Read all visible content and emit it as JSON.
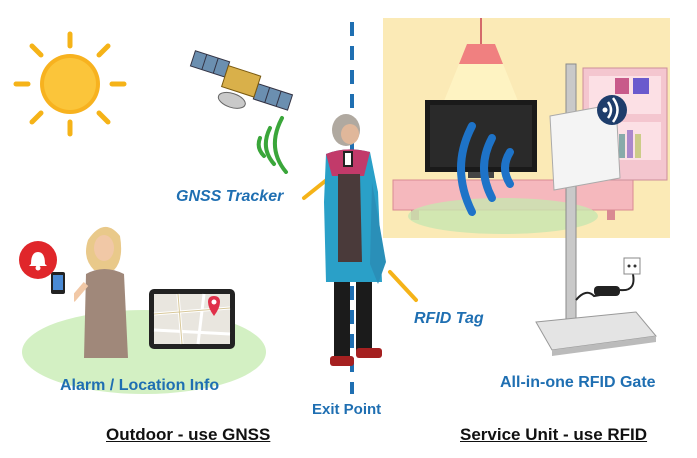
{
  "labels": {
    "gnss_tracker": "GNSS Tracker",
    "rfid_tag": "RFID Tag",
    "alarm_location": "Alarm / Location Info",
    "exit_point": "Exit Point",
    "rfid_gate": "All-in-one RFID Gate"
  },
  "footer": {
    "outdoor": "Outdoor - use GNSS",
    "service": "Service Unit - use RFID"
  },
  "colors": {
    "accent_blue": "#1f6fb2",
    "signal_green": "#3aa63a",
    "rfid_blue": "#1e73c8",
    "sun_yellow": "#f5b318",
    "alarm_red": "#e0262a",
    "room_yellow": "#fbeab6",
    "grass_green": "#d3f0c3"
  }
}
